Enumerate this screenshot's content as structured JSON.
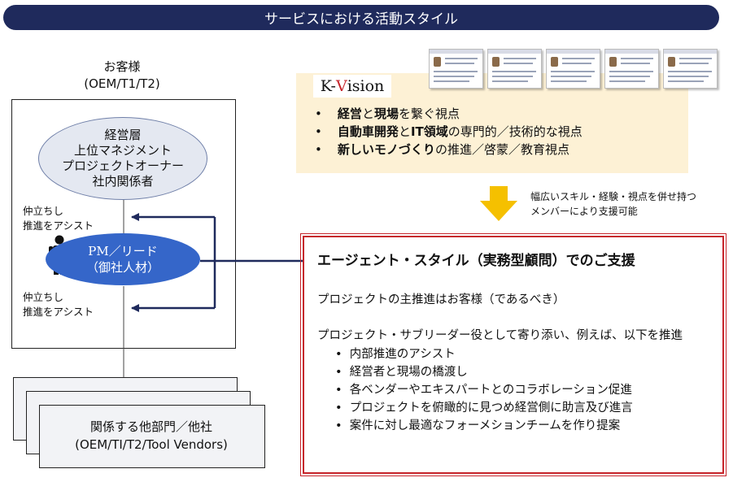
{
  "title": "サービスにおける活動スタイル",
  "customer": {
    "label_line1": "お客様",
    "label_line2": "(OEM/T1/T2)",
    "executives": [
      "経営層",
      "上位マネジメント",
      "プロジェクトオーナー",
      "社内関係者"
    ],
    "pm_line1": "PM／リード",
    "pm_line2": "（御社人材）",
    "assist_upper": [
      "仲立ちし",
      "推進をアシスト"
    ],
    "assist_lower": [
      "仲立ちし",
      "推進をアシスト"
    ]
  },
  "departments": {
    "line1": "関係する他部門／他社",
    "line2": "(OEM/TI/T2/Tool Vendors)"
  },
  "kvision": {
    "logo_k": "K-",
    "logo_v": "V",
    "logo_rest": "ision",
    "bullets": [
      {
        "bold1": "経営",
        "mid1": "と",
        "bold2": "現場",
        "rest": "を繋ぐ視点"
      },
      {
        "bold1": "自動車開発",
        "mid1": "と",
        "bold2": "IT領域",
        "rest": "の専門的／技術的な視点"
      },
      {
        "bold1": "新しいモノづくり",
        "mid1": "",
        "bold2": "",
        "rest": "の推進／啓蒙／教育視点"
      }
    ]
  },
  "note": [
    "幅広いスキル・経験・視点を併せ持つ",
    "メンバーにより支援可能"
  ],
  "agent": {
    "title": "エージェント・スタイル（実務型顧問）でのご支援",
    "lead": "プロジェクトの主推進はお客様（であるべき）",
    "lead2": "プロジェクト・サブリーダー役として寄り添い、例えば、以下を推進",
    "items": [
      "内部推進のアシスト",
      "経営者と現場の橋渡し",
      "各ベンダーやエキスパートとのコラボレーション促進",
      "プロジェクトを俯瞰的に見つめ経営側に助言及び進言",
      "案件に対し最適なフォーメションチームを作り提案"
    ]
  },
  "colors": {
    "title_bar": "#1f2a5c",
    "pm_ellipse": "#3566c9",
    "connector": "#1f2a5c",
    "kvision_panel": "#fdf1d5",
    "arrow": "#f5c000",
    "agent_border": "#c6252b",
    "logo_accent": "#c6252b"
  },
  "icons": [
    "person-icon",
    "down-arrow-icon",
    "profile-thumbnail-icon"
  ]
}
